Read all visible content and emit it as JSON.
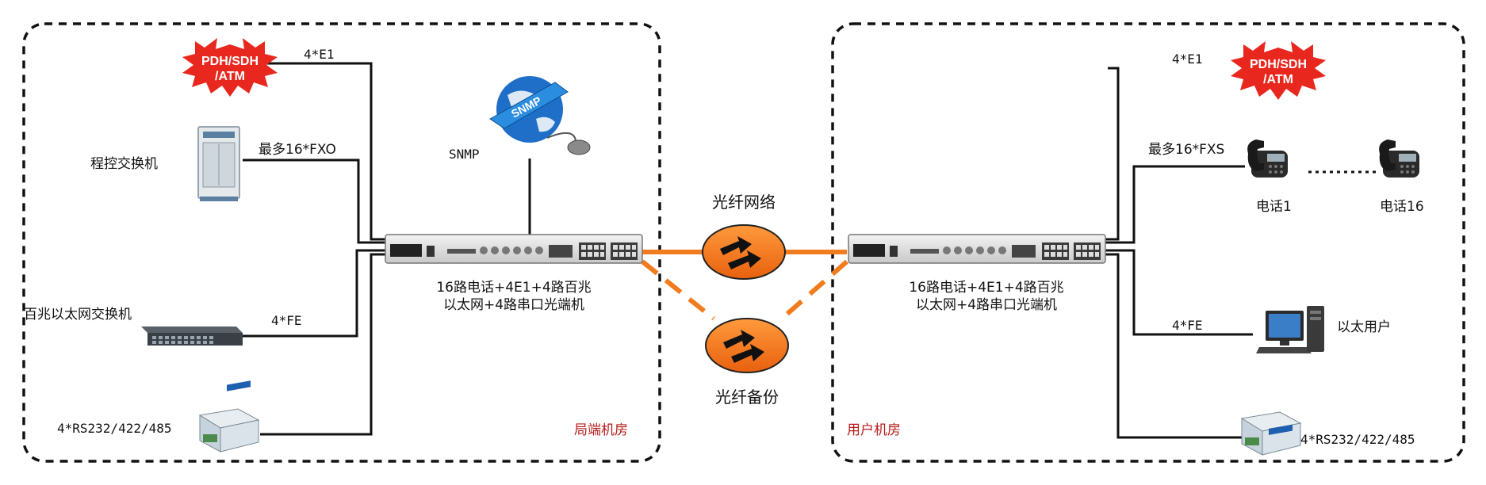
{
  "left_room": {
    "name": "局端机房",
    "pdh_label": [
      "PDH/SDH",
      "/ATM"
    ],
    "e1_link": "4*E1",
    "pbx_name": "程控交换机",
    "fxo_link": "最多16*FXO",
    "snmp": "SNMP",
    "snmp_globe_text": "SNMP",
    "switch_name": "百兆以太网交换机",
    "fe_link": "4*FE",
    "serial_link": "4*RS232/422/485",
    "device_label": [
      "16路电话+4E1+4路百兆",
      "以太网+4路串口光端机"
    ]
  },
  "right_room": {
    "name": "用户机房",
    "pdh_label": [
      "PDH/SDH",
      "/ATM"
    ],
    "e1_link": "4*E1",
    "fxs_link": "最多16*FXS",
    "phone1": "电话1",
    "phone16": "电话16",
    "fe_link": "4*FE",
    "ethernet_user": "以太用户",
    "serial_link": "4*RS232/422/485",
    "device_label": [
      "16路电话+4E1+4路百兆",
      "以太网+4路串口光端机"
    ]
  },
  "center": {
    "fiber_network": "光纤网络",
    "fiber_backup": "光纤备份"
  },
  "colors": {
    "fiber": "#f07c1e",
    "burst": "#e8281e",
    "room_label": "#b71c1c",
    "globe": "#1f6fc8"
  },
  "icons": [
    "pdh-burst",
    "pbx-cabinet",
    "snmp-globe-icon",
    "mouse-icon",
    "ethernet-switch",
    "serial-converter",
    "telephone-icon",
    "desktop-computer-icon",
    "router-arrows-icon"
  ]
}
